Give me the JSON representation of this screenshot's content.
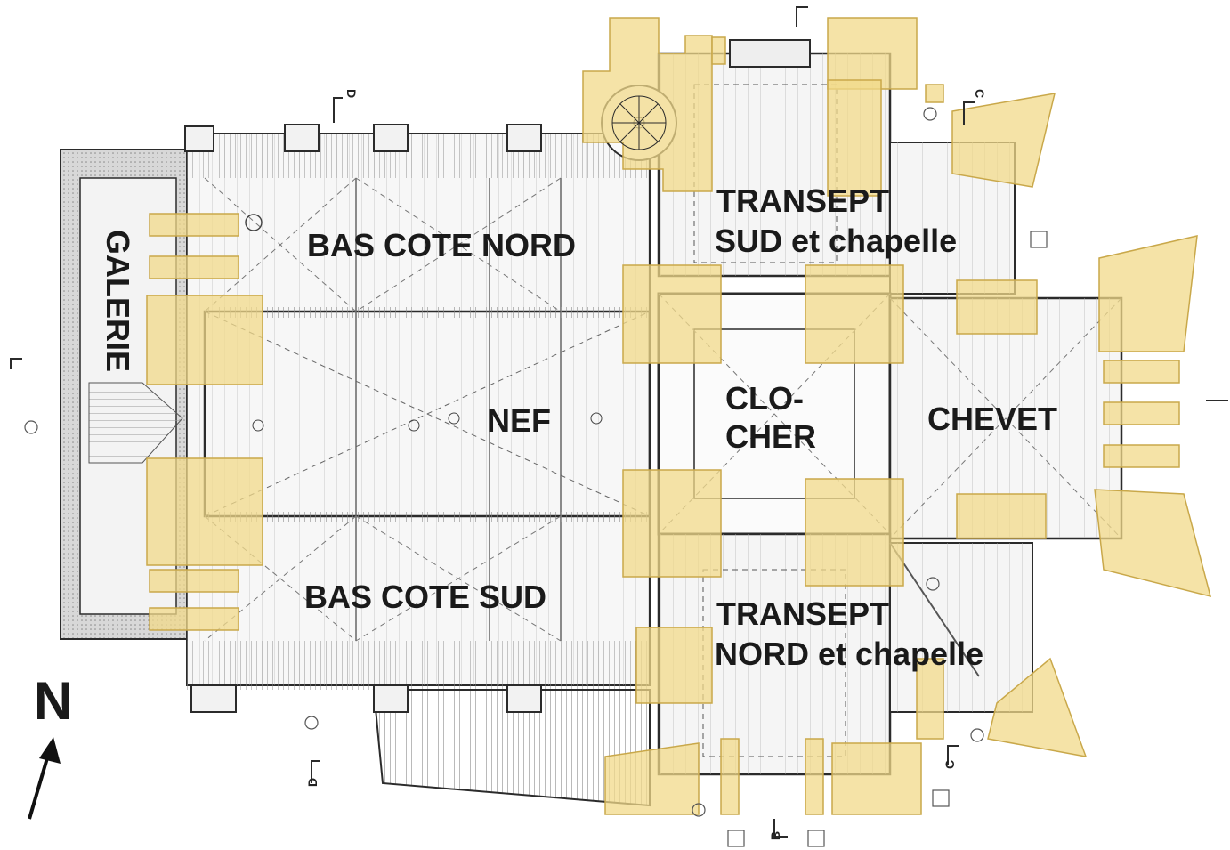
{
  "plan": {
    "labels": {
      "galerie": "GALERIE",
      "bas_cote_nord": "BAS COTE NORD",
      "nef": "NEF",
      "bas_cote_sud": "BAS COTE SUD",
      "transept_sud_1": "TRANSEPT",
      "transept_sud_2": "SUD et chapelle",
      "clocher_1": "CLO-",
      "clocher_2": "CHER",
      "chevet": "CHEVET",
      "transept_nord_1": "TRANSEPT",
      "transept_nord_2": "NORD et chapelle"
    },
    "north": "N",
    "section_markers": {
      "b": "B",
      "c_top": "C",
      "c_bottom": "C",
      "d_top": "D",
      "d_bottom": "D"
    },
    "colors": {
      "highlight": "#f2d98a",
      "highlight_stroke": "#c9a84a",
      "line": "#2b2b2b",
      "grid": "#9a9a9a",
      "hatch": "#8c8c8c"
    }
  }
}
